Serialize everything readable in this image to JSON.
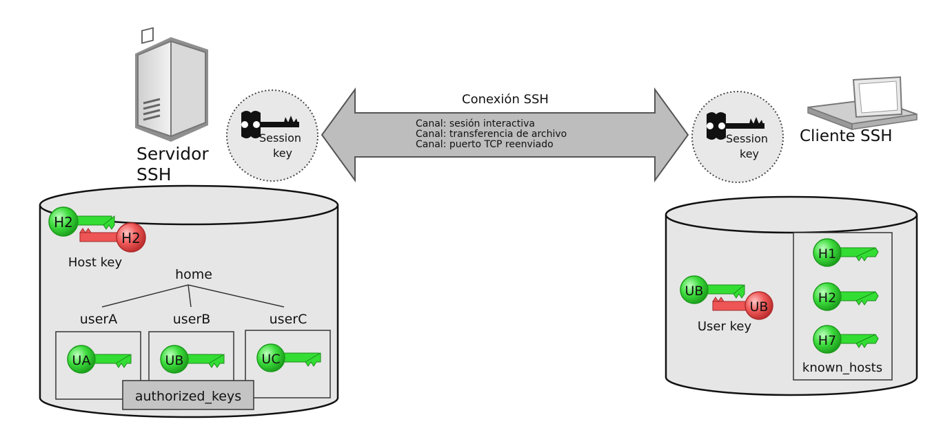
{
  "title_partial": "",
  "colors": {
    "title_teal": "#178a8a",
    "key_green": "#2ecc2e",
    "key_red": "#e04848",
    "disk_fill": "#e6e6e6",
    "arrow_fill": "#bdbdbd",
    "auth_box_fill": "#c4c4c4"
  },
  "server": {
    "label_line1": "Servidor",
    "label_line2": "SSH",
    "host_key_label": "Host key",
    "host_key_public_tag": "H2",
    "host_key_private_tag": "H2",
    "home_label": "home",
    "users": [
      {
        "name": "userA",
        "key_tag": "UA"
      },
      {
        "name": "userB",
        "key_tag": "UB"
      },
      {
        "name": "userC",
        "key_tag": "UC"
      }
    ],
    "authorized_keys_label": "authorized_keys",
    "icon": "server-tower-icon"
  },
  "connection": {
    "title": "Conexión SSH",
    "channels": [
      "Canal: sesión interactiva",
      "Canal: transferencia de archivo",
      "Canal: puerto TCP reenviado"
    ]
  },
  "session_key": {
    "line1": "Session",
    "line2": "key"
  },
  "client": {
    "label": "Cliente SSH",
    "icon": "laptop-workstation-icon",
    "user_key_label": "User key",
    "user_key_public_tag": "UB",
    "user_key_private_tag": "UB",
    "known_hosts_label": "known_hosts",
    "known_hosts_keys": [
      "H1",
      "H2",
      "H7"
    ]
  }
}
